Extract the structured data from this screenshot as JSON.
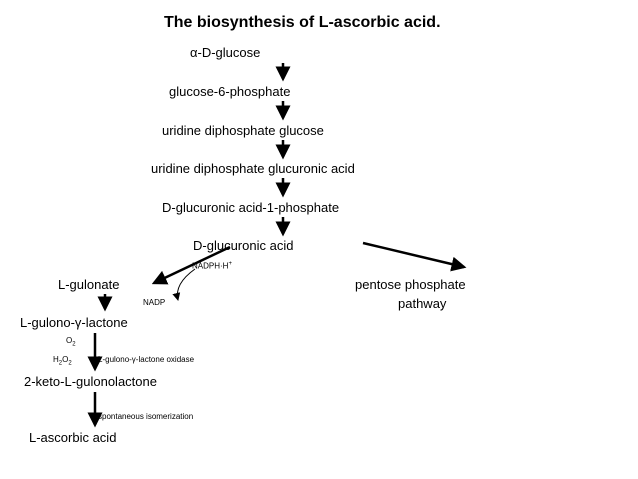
{
  "title": "The biosynthesis of L-ascorbic acid.",
  "main_path": [
    "α-D-glucose",
    "glucose-6-phosphate",
    "uridine diphosphate glucose",
    "uridine diphosphate glucuronic acid",
    "D-glucuronic acid-1-phosphate",
    "D-glucuronic acid"
  ],
  "left_branch": {
    "cofactor_in": "NADPH·H",
    "cofactor_in_sup": "+",
    "cofactor_out": "NADP",
    "products": [
      "L-gulonate",
      "L-gulono-γ-lactone"
    ],
    "oxygen": "O",
    "oxygen_sub": "2",
    "peroxide_h": "H",
    "peroxide_h_sub": "2",
    "peroxide_o": "O",
    "peroxide_o_sub": "2",
    "enzyme": "L-gulono-γ-lactone oxidase",
    "product_2": "2-keto-L-gulonolactone",
    "step": "spontaneous isomerization",
    "final": "L-ascorbic acid"
  },
  "right_branch": {
    "line1": "pentose phosphate",
    "line2": "pathway"
  }
}
